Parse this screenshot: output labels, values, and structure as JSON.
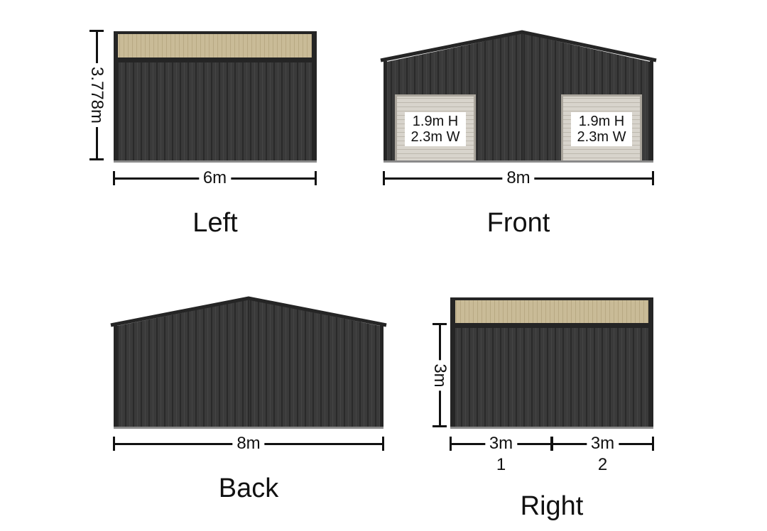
{
  "views": {
    "left": {
      "title": "Left",
      "width_label": "6m",
      "height_label": "3.778m"
    },
    "front": {
      "title": "Front",
      "width_label": "8m",
      "door1": {
        "h": "1.9m H",
        "w": "2.3m W"
      },
      "door2": {
        "h": "1.9m H",
        "w": "2.3m W"
      }
    },
    "back": {
      "title": "Back",
      "width_label": "8m"
    },
    "right": {
      "title": "Right",
      "height_label": "3m",
      "bays": [
        {
          "width": "3m",
          "number": "1"
        },
        {
          "width": "3m",
          "number": "2"
        }
      ]
    }
  },
  "colors": {
    "cladding": "#3a3a3a",
    "rib": "#2a2a2a",
    "trim": "#252525",
    "translucent_panel": "#c9bb97",
    "door": "#d8d4cc",
    "door_frame": "#aaa59c",
    "base": "#8a8a8a"
  }
}
